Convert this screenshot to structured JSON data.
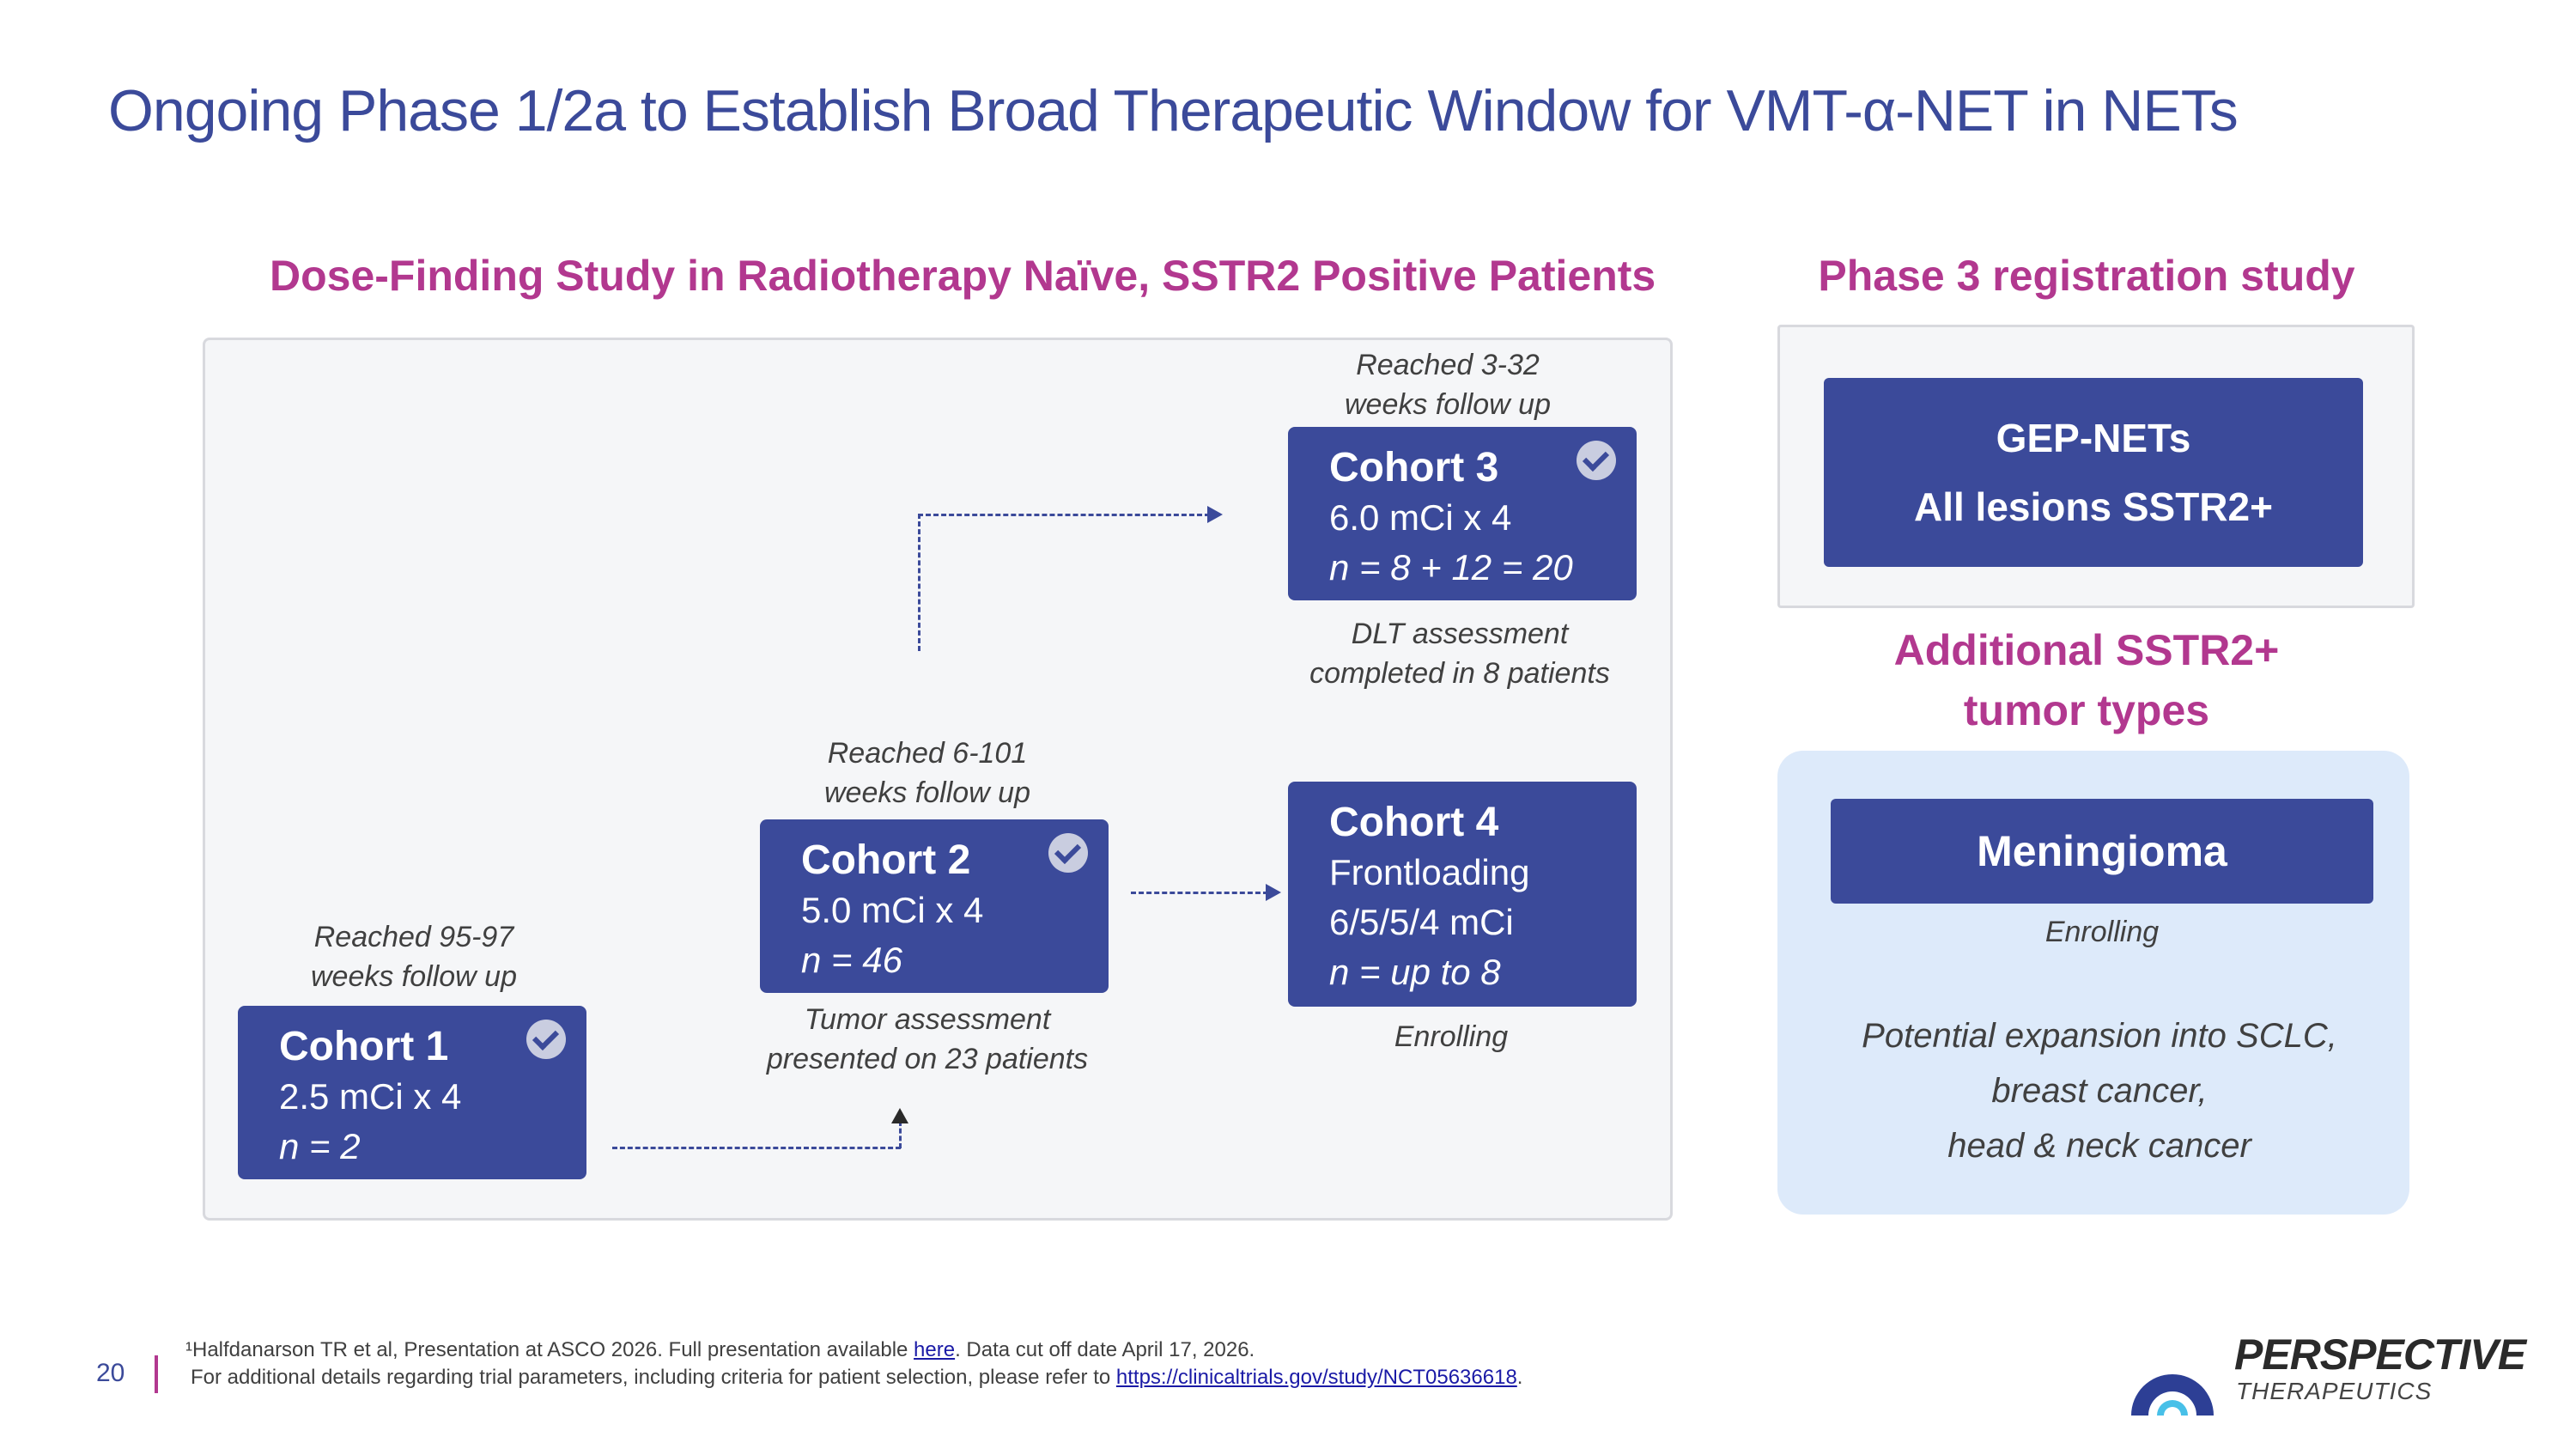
{
  "title": "Ongoing Phase 1/2a to Establish Broad Therapeutic Window for VMT-α-NET in NETs",
  "dose_finding": {
    "heading": "Dose-Finding Study in Radiotherapy Naïve, SSTR2 Positive Patients",
    "cohort1": {
      "name": "Cohort 1",
      "dose": "2.5 mCi x 4",
      "n": "n = 2",
      "note_top_1": "Reached 95-97",
      "note_top_2": "weeks follow up"
    },
    "cohort2": {
      "name": "Cohort 2",
      "dose": "5.0 mCi x 4",
      "n": "n = 46",
      "note_top_1": "Reached 6-101",
      "note_top_2": "weeks follow up",
      "note_bottom_1": "Tumor assessment",
      "note_bottom_2": "presented on 23 patients"
    },
    "cohort3": {
      "name": "Cohort 3",
      "dose": "6.0 mCi x 4",
      "n": "n =  8 + 12 = 20",
      "note_top_1": "Reached 3-32",
      "note_top_2": "weeks follow up",
      "note_bottom_1": "DLT assessment",
      "note_bottom_2": "completed in 8 patients"
    },
    "cohort4": {
      "name": "Cohort 4",
      "line1": "Frontloading",
      "line2": "6/5/5/4 mCi",
      "n": "n = up to 8",
      "note_bottom": "Enrolling"
    }
  },
  "phase3": {
    "heading": "Phase 3 registration study",
    "box_line1": "GEP-NETs",
    "box_line2": "All lesions SSTR2+"
  },
  "additional": {
    "heading_1": "Additional SSTR2+",
    "heading_2": "tumor types",
    "box": "Meningioma",
    "status": "Enrolling",
    "expansion_1": "Potential expansion into SCLC,",
    "expansion_2": "breast cancer,",
    "expansion_3": "head & neck cancer"
  },
  "footer": {
    "page_number": "20",
    "line1_prefix": "¹Halfdanarson TR et al, Presentation at ASCO 2026. Full presentation available ",
    "line1_link": "here",
    "line1_suffix": ". Data cut off date April 17, 2026.",
    "line2_prefix": "For additional details regarding trial parameters, including criteria for patient selection, please refer to ",
    "line2_link": "https://clinicaltrials.gov/study/NCT05636618",
    "line2_suffix": "."
  },
  "logo": {
    "name": "PERSPECTIVE",
    "sub": "THERAPEUTICS"
  },
  "colors": {
    "primary": "#3b4a9a",
    "accent": "#b2388f",
    "panel": "#f5f6f8",
    "light_blue": "#ddeafa"
  }
}
